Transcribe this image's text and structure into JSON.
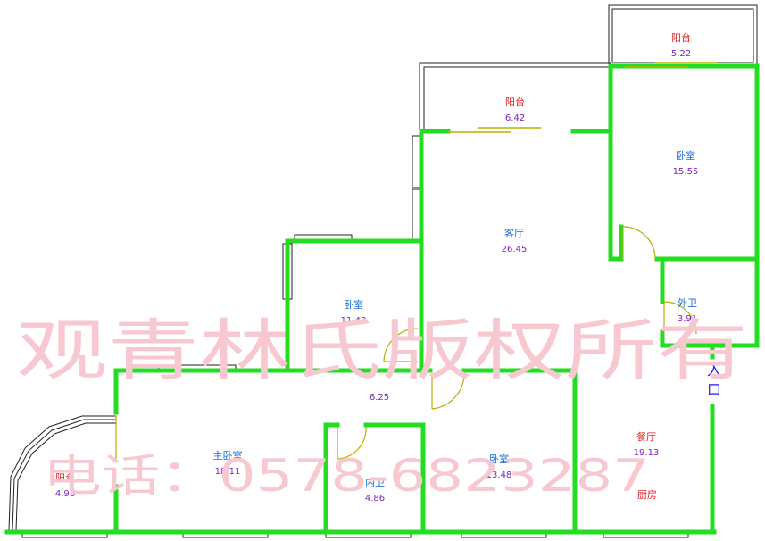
{
  "rooms": [
    {
      "id": "balcony-top-right",
      "name": "阳台",
      "area": "5.22"
    },
    {
      "id": "balcony-top",
      "name": "阳台",
      "area": "6.42"
    },
    {
      "id": "bedroom-top-right",
      "name": "卧室",
      "area": "15.55"
    },
    {
      "id": "living-room",
      "name": "客厅",
      "area": "26.45"
    },
    {
      "id": "bedroom-middle",
      "name": "卧室",
      "area": "11.48"
    },
    {
      "id": "bathroom-outer",
      "name": "外卫",
      "area": "3.91"
    },
    {
      "id": "corridor",
      "name": "",
      "area": "6.25"
    },
    {
      "id": "master-bedroom",
      "name": "主卧室",
      "area": "18.11"
    },
    {
      "id": "bathroom-inner",
      "name": "内卫",
      "area": "4.86"
    },
    {
      "id": "bedroom-bottom",
      "name": "卧室",
      "area": "13.48"
    },
    {
      "id": "dining-room",
      "name": "餐厅",
      "area": "19.13"
    },
    {
      "id": "kitchen",
      "name": "厨房",
      "area": ""
    },
    {
      "id": "balcony-left",
      "name": "阳台",
      "area": "4.98"
    }
  ],
  "entrance": {
    "line1": "入",
    "line2": "口"
  },
  "watermark": {
    "line1": "观青林氏版权所有",
    "line2": "电话：0578-6823287"
  },
  "colors": {
    "wall": "#22dd22",
    "room_name_red": "#e02020",
    "room_name_blue": "#1a6fd8",
    "area_purple": "#7a22c9",
    "door": "#b8b000",
    "watermark": "#f7c8cf",
    "entrance": "#1a1aff"
  }
}
